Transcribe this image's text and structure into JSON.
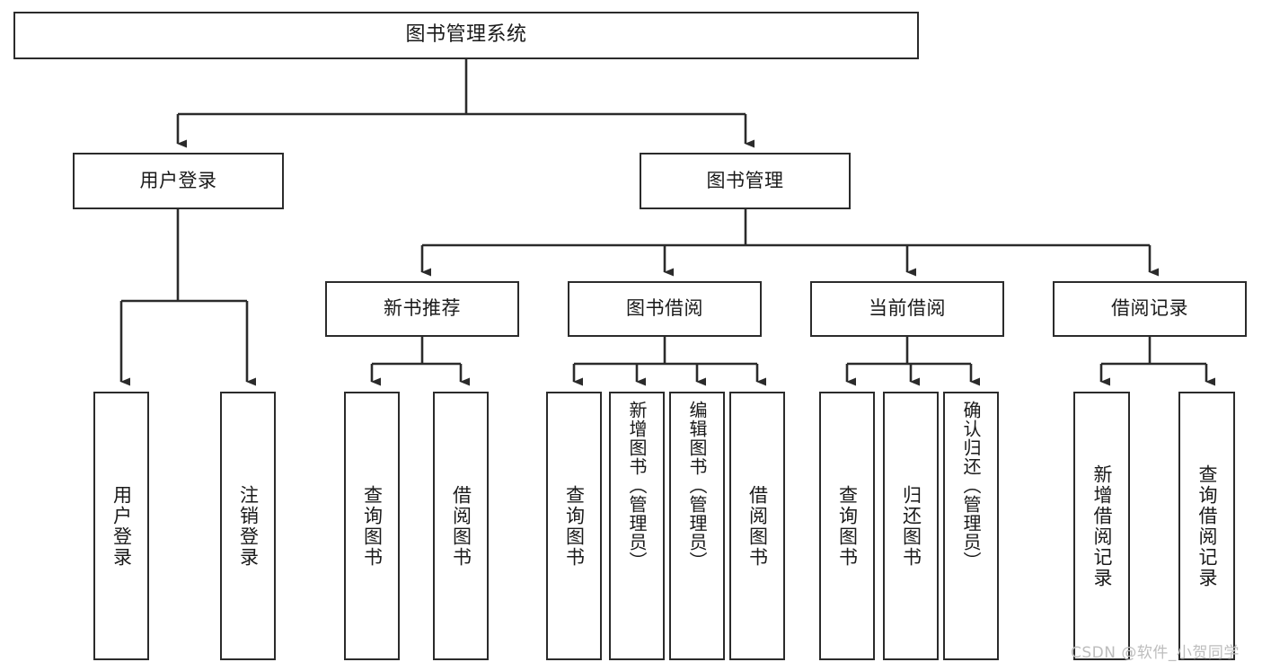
{
  "diagram": {
    "title": "图书管理系统",
    "type": "tree-structure-chart",
    "line_color": "#2b2b2b",
    "box_fill": "#ffffff",
    "text_color": "#1a1a1a",
    "watermark": "CSDN @软件_小贺同学",
    "nodes": {
      "root": {
        "label": "图书管理系统"
      },
      "level2": [
        {
          "label": "用户登录"
        },
        {
          "label": "图书管理"
        }
      ],
      "level3": [
        {
          "label": "新书推荐"
        },
        {
          "label": "图书借阅"
        },
        {
          "label": "当前借阅"
        },
        {
          "label": "借阅记录"
        }
      ],
      "leaves_user_login": [
        {
          "label": "用户登录"
        },
        {
          "label": "注销登录"
        }
      ],
      "leaves_new_book": [
        {
          "label": "查询图书"
        },
        {
          "label": "借阅图书"
        }
      ],
      "leaves_book_borrow": [
        {
          "label": "查询图书"
        },
        {
          "label": "新增图书（管理员）"
        },
        {
          "label": "编辑图书（管理员）"
        },
        {
          "label": "借阅图书"
        }
      ],
      "leaves_current_borrow": [
        {
          "label": "查询图书"
        },
        {
          "label": "归还图书"
        },
        {
          "label": "确认归还（管理员）"
        }
      ],
      "leaves_borrow_record": [
        {
          "label": "新增借阅记录"
        },
        {
          "label": "查询借阅记录"
        }
      ]
    }
  },
  "chart_data": {
    "type": "table",
    "title": "图书管理系统 功能结构图",
    "hierarchy": [
      {
        "label": "图书管理系统",
        "level": 1,
        "children": [
          {
            "label": "用户登录",
            "level": 2,
            "children": [
              {
                "label": "用户登录",
                "level": 3,
                "children": []
              },
              {
                "label": "注销登录",
                "level": 3,
                "children": []
              }
            ]
          },
          {
            "label": "图书管理",
            "level": 2,
            "children": [
              {
                "label": "新书推荐",
                "level": 3,
                "children": [
                  {
                    "label": "查询图书",
                    "level": 4,
                    "children": []
                  },
                  {
                    "label": "借阅图书",
                    "level": 4,
                    "children": []
                  }
                ]
              },
              {
                "label": "图书借阅",
                "level": 3,
                "children": [
                  {
                    "label": "查询图书",
                    "level": 4,
                    "children": []
                  },
                  {
                    "label": "新增图书（管理员）",
                    "level": 4,
                    "children": []
                  },
                  {
                    "label": "编辑图书（管理员）",
                    "level": 4,
                    "children": []
                  },
                  {
                    "label": "借阅图书",
                    "level": 4,
                    "children": []
                  }
                ]
              },
              {
                "label": "当前借阅",
                "level": 3,
                "children": [
                  {
                    "label": "查询图书",
                    "level": 4,
                    "children": []
                  },
                  {
                    "label": "归还图书",
                    "level": 4,
                    "children": []
                  },
                  {
                    "label": "确认归还（管理员）",
                    "level": 4,
                    "children": []
                  }
                ]
              },
              {
                "label": "借阅记录",
                "level": 3,
                "children": [
                  {
                    "label": "新增借阅记录",
                    "level": 4,
                    "children": []
                  },
                  {
                    "label": "查询借阅记录",
                    "level": 4,
                    "children": []
                  }
                ]
              }
            ]
          }
        ]
      }
    ]
  }
}
